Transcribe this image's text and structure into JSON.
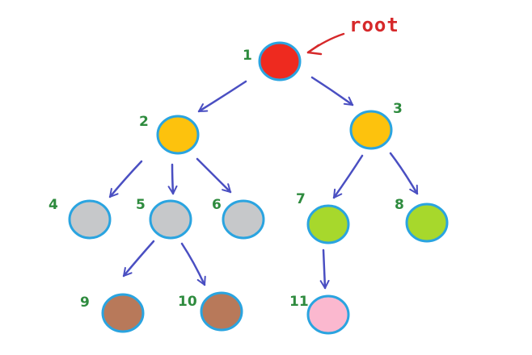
{
  "diagram": {
    "root_annotation": "root",
    "nodes": [
      {
        "id": "1",
        "label": "1",
        "color": "#ee2a1f"
      },
      {
        "id": "2",
        "label": "2",
        "color": "#fdc20d"
      },
      {
        "id": "3",
        "label": "3",
        "color": "#fdc20d"
      },
      {
        "id": "4",
        "label": "4",
        "color": "#c6c8ca"
      },
      {
        "id": "5",
        "label": "5",
        "color": "#c6c8ca"
      },
      {
        "id": "6",
        "label": "6",
        "color": "#c6c8ca"
      },
      {
        "id": "7",
        "label": "7",
        "color": "#a7d82c"
      },
      {
        "id": "8",
        "label": "8",
        "color": "#a7d82c"
      },
      {
        "id": "9",
        "label": "9",
        "color": "#b8795a"
      },
      {
        "id": "10",
        "label": "10",
        "color": "#b8795a"
      },
      {
        "id": "11",
        "label": "11",
        "color": "#fbb8cf"
      }
    ],
    "edges": [
      {
        "from": "1",
        "to": "2"
      },
      {
        "from": "1",
        "to": "3"
      },
      {
        "from": "2",
        "to": "4"
      },
      {
        "from": "2",
        "to": "5"
      },
      {
        "from": "2",
        "to": "6"
      },
      {
        "from": "3",
        "to": "7"
      },
      {
        "from": "3",
        "to": "8"
      },
      {
        "from": "5",
        "to": "9"
      },
      {
        "from": "5",
        "to": "10"
      },
      {
        "from": "7",
        "to": "11"
      }
    ]
  }
}
